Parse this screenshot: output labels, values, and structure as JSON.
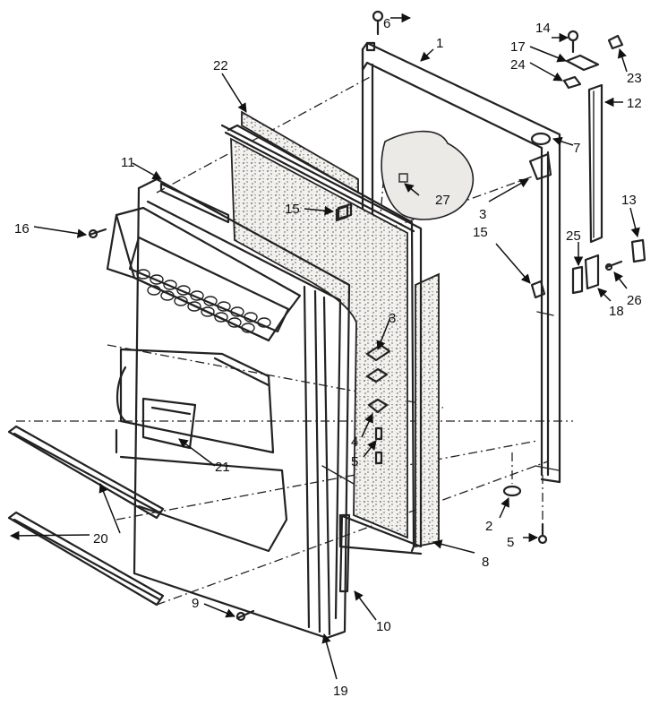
{
  "diagram": {
    "callouts": [
      {
        "id": "c1",
        "text": "1"
      },
      {
        "id": "c2",
        "text": "2"
      },
      {
        "id": "c3a",
        "text": "3"
      },
      {
        "id": "c3b",
        "text": "3"
      },
      {
        "id": "c4",
        "text": "4"
      },
      {
        "id": "c5a",
        "text": "5"
      },
      {
        "id": "c5b",
        "text": "5"
      },
      {
        "id": "c6",
        "text": "6"
      },
      {
        "id": "c7",
        "text": "7"
      },
      {
        "id": "c8",
        "text": "8"
      },
      {
        "id": "c9",
        "text": "9"
      },
      {
        "id": "c10",
        "text": "10"
      },
      {
        "id": "c11",
        "text": "11"
      },
      {
        "id": "c12",
        "text": "12"
      },
      {
        "id": "c13",
        "text": "13"
      },
      {
        "id": "c14",
        "text": "14"
      },
      {
        "id": "c15a",
        "text": "15"
      },
      {
        "id": "c15b",
        "text": "15"
      },
      {
        "id": "c16",
        "text": "16"
      },
      {
        "id": "c17",
        "text": "17"
      },
      {
        "id": "c18",
        "text": "18"
      },
      {
        "id": "c19",
        "text": "19"
      },
      {
        "id": "c20",
        "text": "20"
      },
      {
        "id": "c21",
        "text": "21"
      },
      {
        "id": "c22",
        "text": "22"
      },
      {
        "id": "c23",
        "text": "23"
      },
      {
        "id": "c24",
        "text": "24"
      },
      {
        "id": "c25",
        "text": "25"
      },
      {
        "id": "c26",
        "text": "26"
      },
      {
        "id": "c27",
        "text": "27"
      }
    ]
  }
}
